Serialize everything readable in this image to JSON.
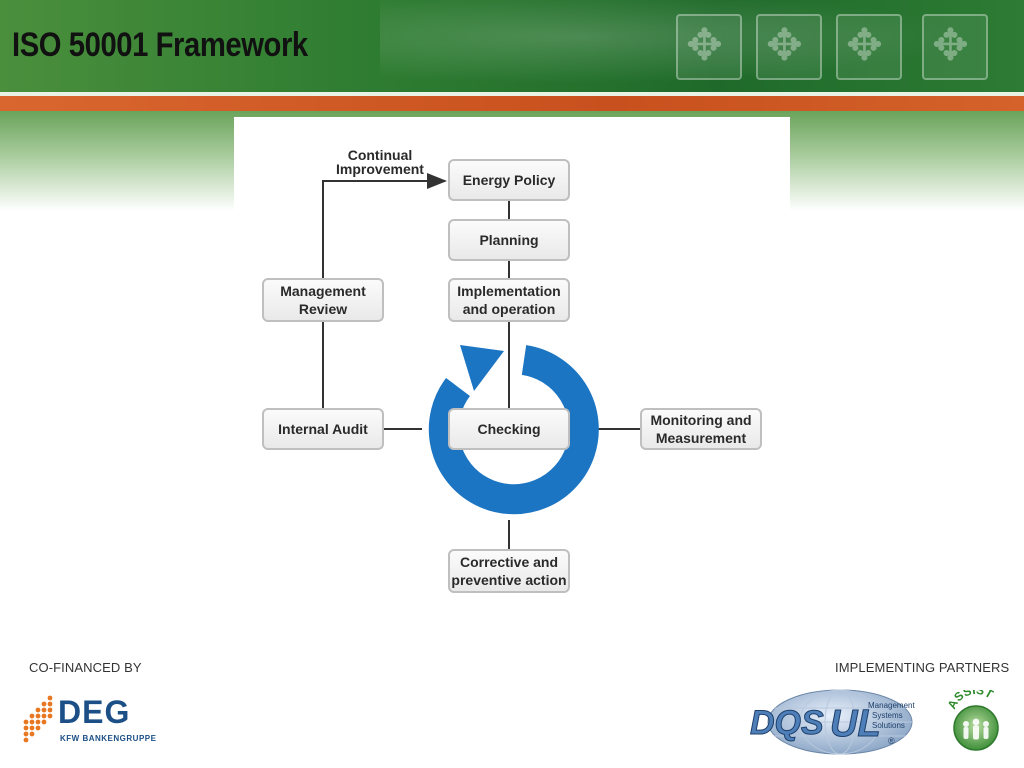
{
  "header": {
    "title": "ISO 50001 Framework"
  },
  "diagram": {
    "nodes": {
      "energy_policy": "Energy Policy",
      "planning": "Planning",
      "implementation_line1": "Implementation",
      "implementation_line2": "and operation",
      "management_review_line1": "Management",
      "management_review_line2": "Review",
      "internal_audit": "Internal Audit",
      "checking": "Checking",
      "monitoring_line1": "Monitoring and",
      "monitoring_line2": "Measurement",
      "corrective_line1": "Corrective and",
      "corrective_line2": "preventive action"
    },
    "labels": {
      "continual_line1": "Continual",
      "continual_line2": "Improvement"
    },
    "colors": {
      "cycle_arrow": "#1b75c3",
      "box_border": "#bfbfbf",
      "connector": "#333333"
    }
  },
  "footer": {
    "co_financed": "CO-FINANCED BY",
    "implementing": "IMPLEMENTING PARTNERS",
    "deg_logo": {
      "name": "DEG",
      "subtitle": "KFW BANKENGRUPPE"
    },
    "partner_logo": {
      "text_left": "DQS",
      "text_right": "UL",
      "caption_line1": "Management",
      "caption_line2": "Systems",
      "caption_line3": "Solutions"
    },
    "assist_logo": {
      "text": "ASSIST"
    }
  },
  "theme": {
    "header_green": "#2f7d32",
    "accent_orange": "#d9662f",
    "deg_blue": "#1b4f86"
  }
}
